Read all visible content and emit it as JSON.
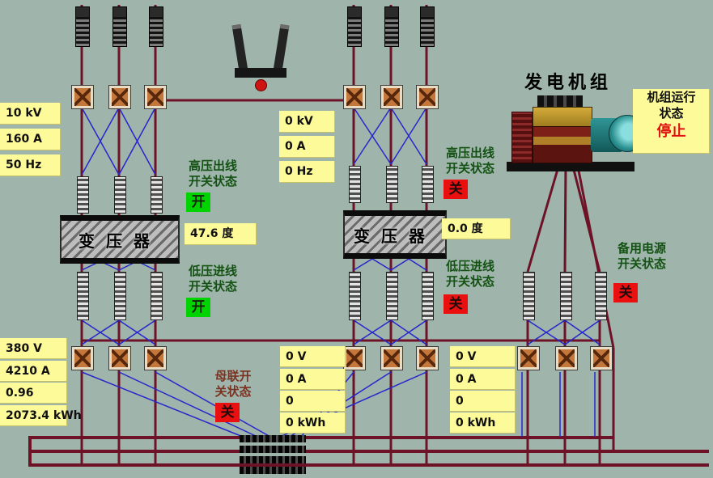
{
  "colors": {
    "background": "#9fb5ab",
    "meter_bg": "#fdfa9a",
    "state_on": "#00d400",
    "state_off": "#ea1010",
    "label_green": "#145214",
    "label_red": "#7b3222",
    "status_stopped_text": "#e01010",
    "wire_primary": "#6e1228",
    "wire_secondary": "#2626cc"
  },
  "hv_meter_left": {
    "voltage": "10 kV",
    "current": "160 A",
    "frequency": "50 Hz"
  },
  "hv_meter_mid": {
    "voltage": "0 kV",
    "current": "0 A",
    "frequency": "0 Hz"
  },
  "transformer1": {
    "name": "变压器",
    "temperature": "47.6 度",
    "hv_switch": {
      "label_line1": "高压出线",
      "label_line2": "开关状态",
      "state": "开"
    },
    "lv_switch": {
      "label_line1": "低压进线",
      "label_line2": "开关状态",
      "state": "开"
    }
  },
  "transformer2": {
    "name": "变压器",
    "temperature": "0.0 度",
    "hv_switch": {
      "label_line1": "高压出线",
      "label_line2": "开关状态",
      "state": "关"
    },
    "lv_switch": {
      "label_line1": "低压进线",
      "label_line2": "开关状态",
      "state": "关"
    }
  },
  "bus_tie": {
    "label_line1": "母联开",
    "label_line2": "关状态",
    "state": "关"
  },
  "generator": {
    "title": "发电机组",
    "run_status_line1": "机组运行",
    "run_status_line2": "状态",
    "run_status_value": "停止"
  },
  "backup_power": {
    "label_line1": "备用电源",
    "label_line2": "开关状态",
    "state": "关"
  },
  "lv_meter_left": {
    "voltage": "380 V",
    "current": "4210 A",
    "power_factor": "0.96",
    "energy": "2073.4 kWh"
  },
  "lv_meter_mid": {
    "voltage": "0 V",
    "current": "0 A",
    "power_factor": "0",
    "energy": "0 kWh"
  },
  "lv_meter_right": {
    "voltage": "0 V",
    "current": "0 A",
    "power_factor": "0",
    "energy": "0 kWh"
  }
}
